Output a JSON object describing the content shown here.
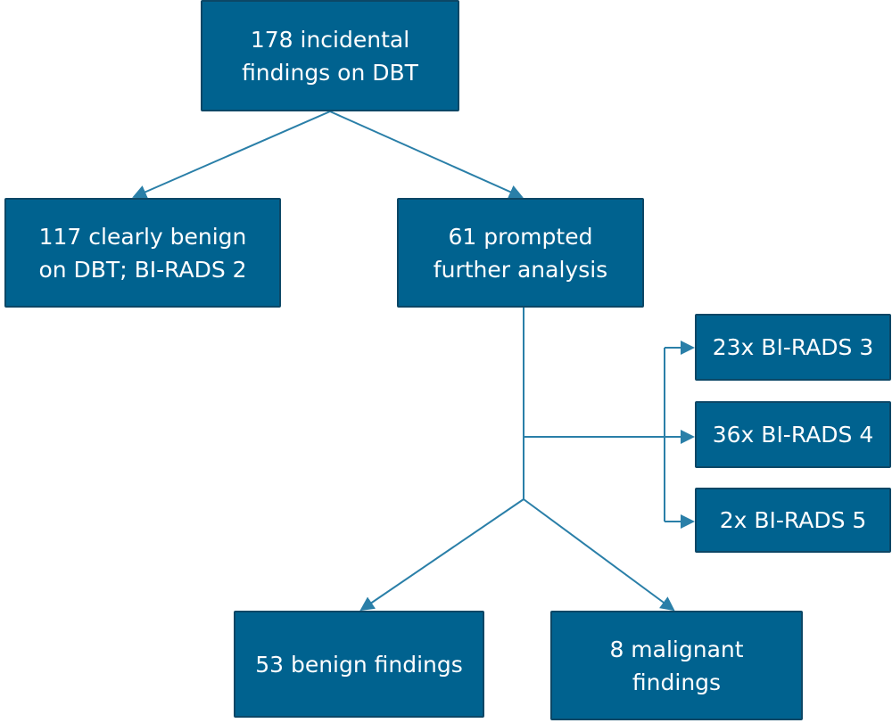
{
  "colors": {
    "box": "#00628f",
    "border": "#0c4766",
    "line": "#2a7fa8",
    "text": "#ffffff"
  },
  "nodes": {
    "root": "178 incidental findings on DBT",
    "benign_dbt": "117 clearly benign on DBT; BI-RADS 2",
    "further": "61 prompted further analysis",
    "birads3": "23x BI-RADS 3",
    "birads4": "36x BI-RADS 4",
    "birads5": "2x BI-RADS 5",
    "benign": "53 benign findings",
    "malignant": "8 malignant findings"
  }
}
